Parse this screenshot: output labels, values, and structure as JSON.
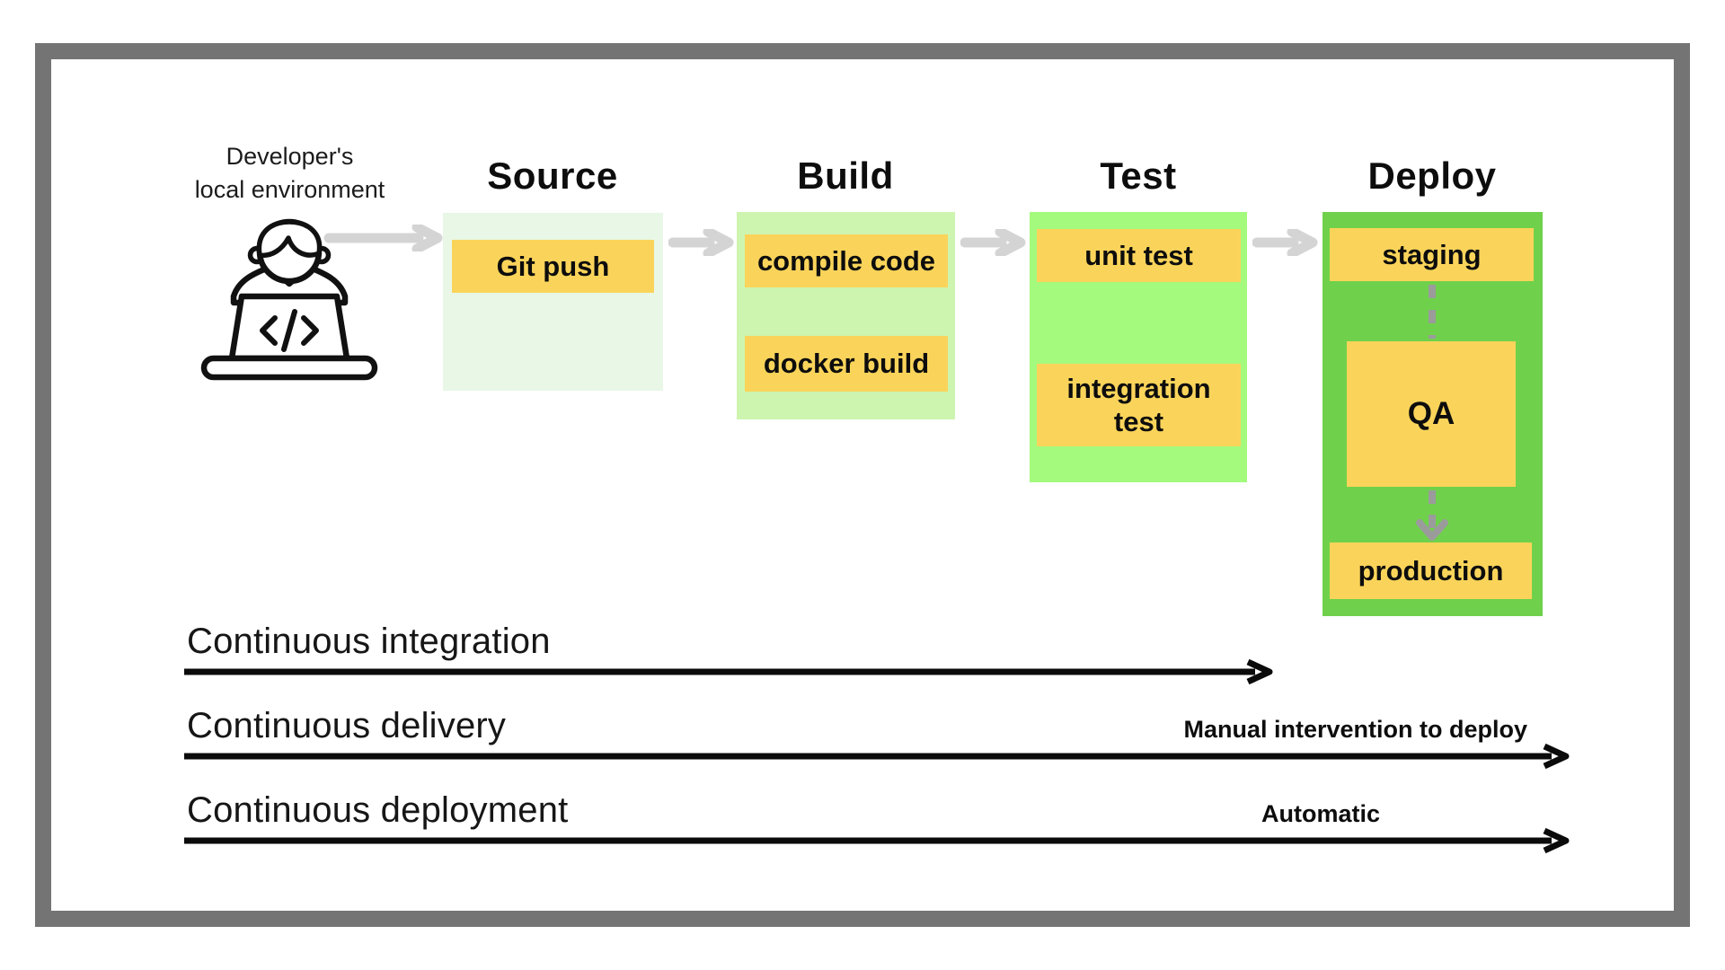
{
  "diagram": {
    "developer": {
      "line1": "Developer's",
      "line2": "local environment"
    },
    "columns": [
      {
        "id": "source",
        "title": "Source",
        "steps": [
          "Git push"
        ]
      },
      {
        "id": "build",
        "title": "Build",
        "steps": [
          "compile code",
          "docker build"
        ]
      },
      {
        "id": "test",
        "title": "Test",
        "steps": [
          "unit test",
          "integration test"
        ]
      },
      {
        "id": "deploy",
        "title": "Deploy",
        "steps": [
          "staging",
          "QA",
          "production"
        ]
      }
    ],
    "practices": [
      {
        "label": "Continuous integration",
        "annotation": ""
      },
      {
        "label": "Continuous delivery",
        "annotation": "Manual intervention to deploy"
      },
      {
        "label": "Continuous deployment",
        "annotation": "Automatic"
      }
    ],
    "colors": {
      "step_yellow": "#FAD45A",
      "source_bg": "#E8F7E6",
      "build_bg": "#CDF5AF",
      "test_bg": "#A4FA7D",
      "deploy_bg": "#6FD14B",
      "flow_arrow_gray": "#D4D4D4",
      "connector_gray": "#9B9B9B",
      "frame_gray": "#747474"
    }
  }
}
